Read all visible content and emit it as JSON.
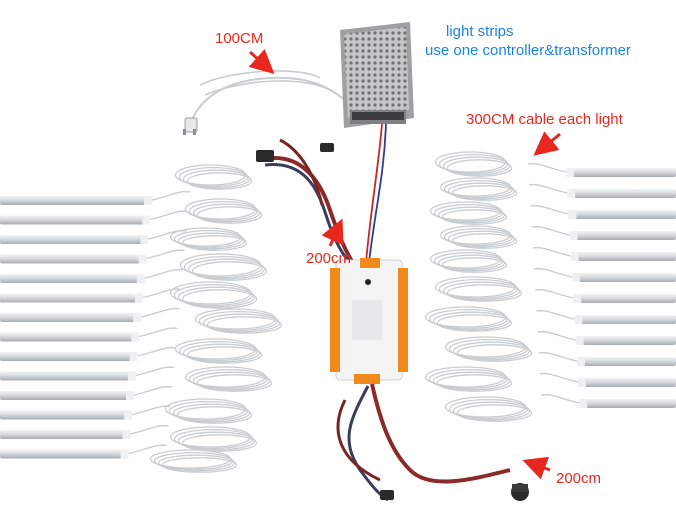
{
  "labels": {
    "cable_100": "100CM",
    "cable_300": "300CM cable each light",
    "cable_200_top": "200cm",
    "cable_200_bottom": "200cm",
    "title_line1": "light strips",
    "title_line2": "use one controller&transformer"
  },
  "colors": {
    "annotation_red": "#e8281e",
    "annotation_blue": "#1a84e6",
    "strip_aluminium": "#d6d9dc",
    "cable_white": "#c9cdd0",
    "wire_red": "#c8262a",
    "wire_blue": "#2f3c8e",
    "connector_orange": "#f08a1c",
    "controller_white": "#f4f4f4",
    "psu_silver": "#b4b6b8"
  },
  "objects": {
    "left_strip_count": 14,
    "right_strip_count": 12
  }
}
